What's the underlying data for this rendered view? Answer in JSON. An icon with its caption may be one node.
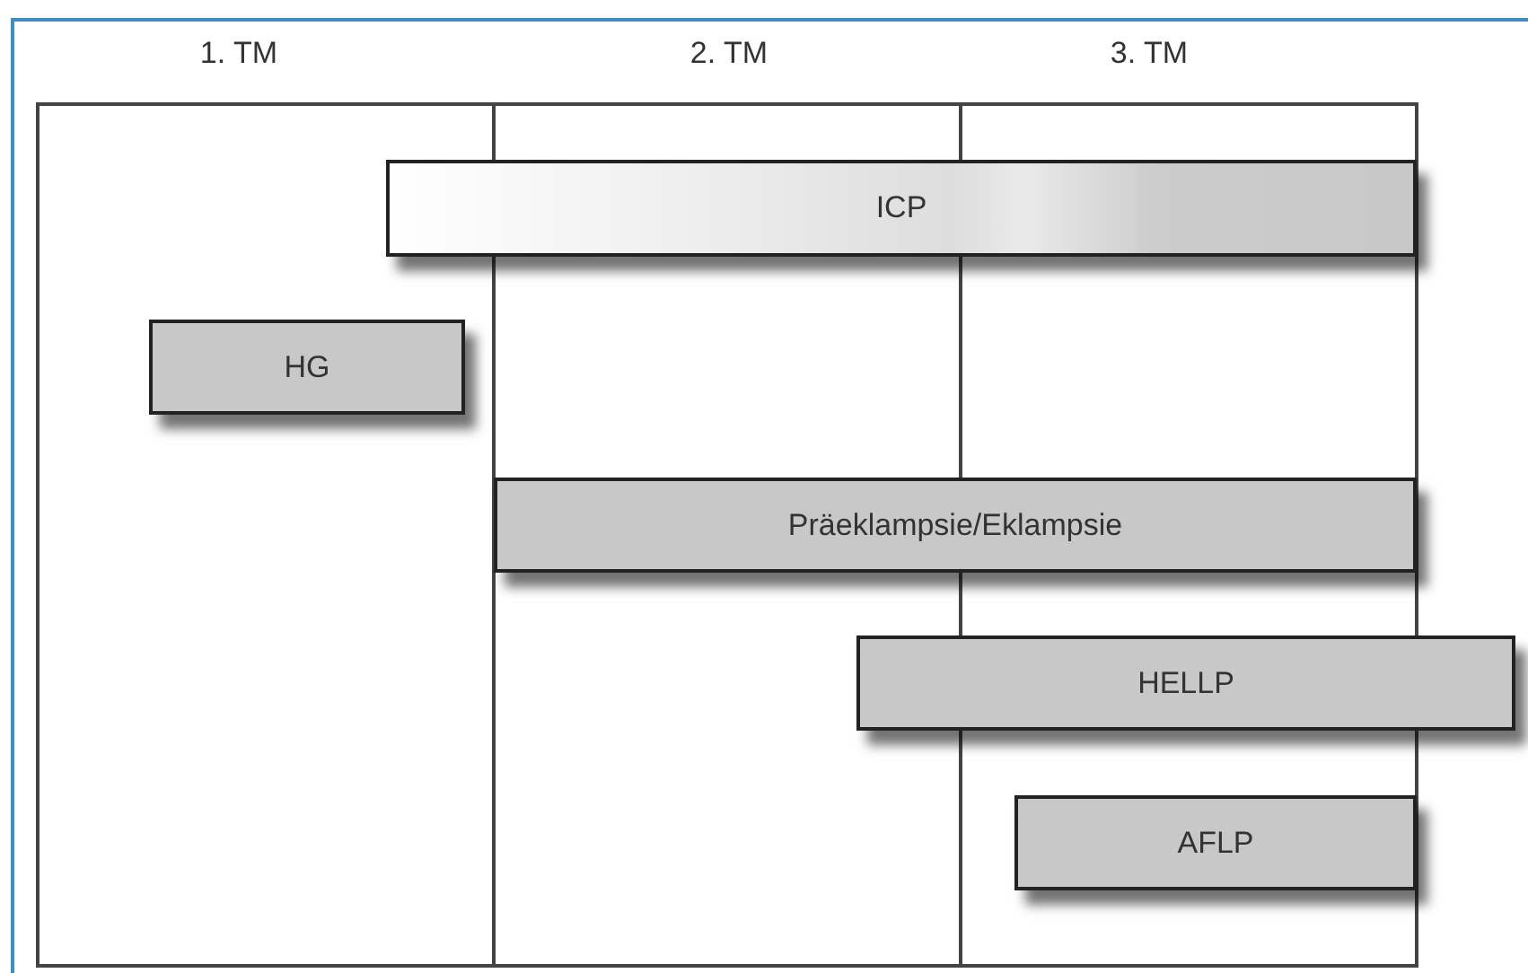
{
  "diagram": {
    "nodes": [
      {
        "text": [
          "ICP"
        ]
      },
      {
        "text": [
          "HG"
        ]
      },
      {
        "text": [
          "Präeklampsie/Eklampsie"
        ]
      },
      {
        "text": [
          "HELLP"
        ]
      },
      {
        "text": [
          "AFLP"
        ]
      }
    ],
    "labels": [
      "1. TM",
      "2. TM",
      "3. TM"
    ]
  }
}
